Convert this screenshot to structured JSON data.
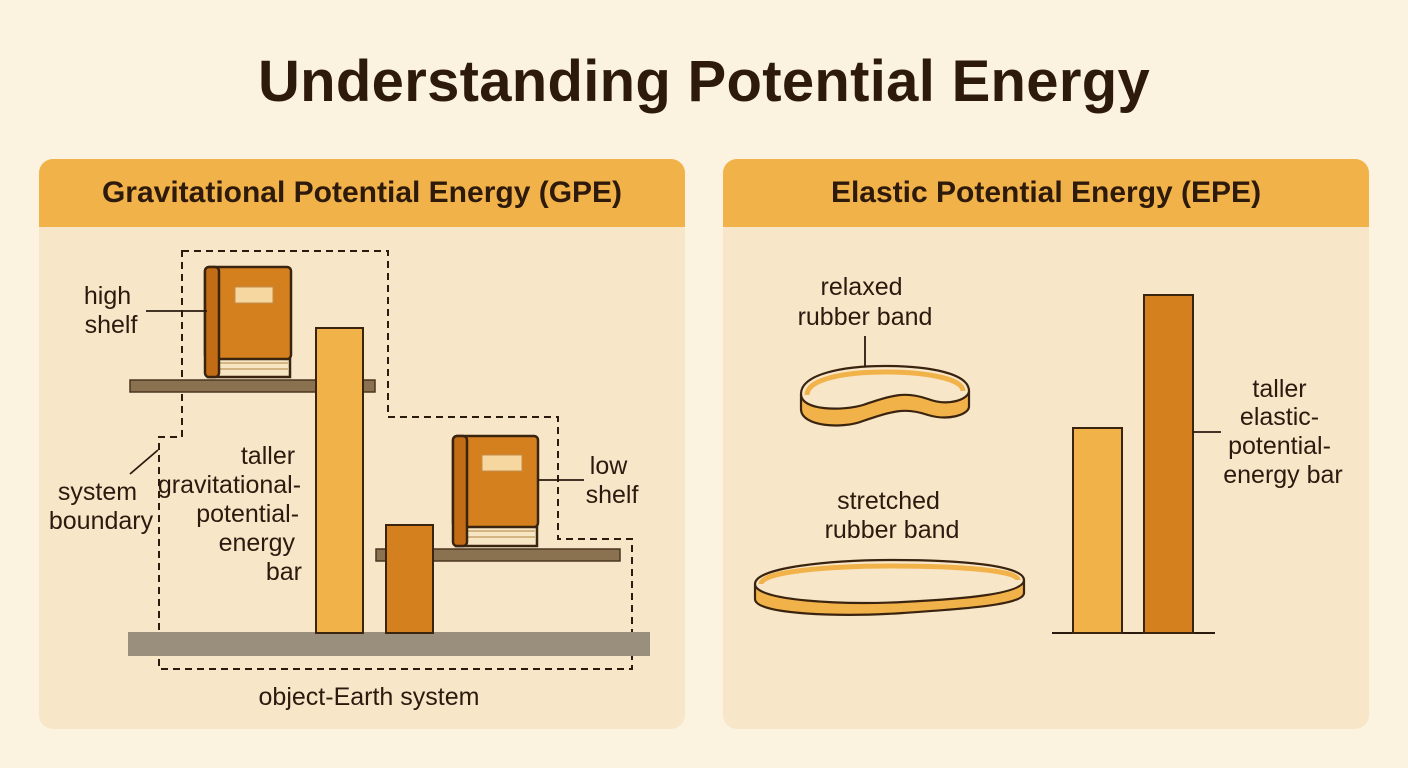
{
  "title": "Understanding Potential Energy",
  "gpe": {
    "heading": "Gravitational Potential Energy (GPE)",
    "labels": {
      "high_shelf": [
        "high",
        "shelf"
      ],
      "low_shelf": [
        "low",
        "shelf"
      ],
      "system_boundary": [
        "system",
        "boundary"
      ],
      "taller_bar": [
        "taller",
        "gravitational-",
        "potential-",
        "energy",
        "bar"
      ],
      "system": "object-Earth system"
    }
  },
  "epe": {
    "heading": "Elastic Potential Energy (EPE)",
    "labels": {
      "relaxed": [
        "relaxed",
        "rubber band"
      ],
      "stretched": [
        "stretched",
        "rubber band"
      ],
      "taller_bar": [
        "taller",
        "elastic-",
        "potential-",
        "energy bar"
      ]
    }
  },
  "colors": {
    "background": "#fbf2df",
    "panel": "#f8e6c8",
    "header": "#f1b24a",
    "light_bar": "#f2b24a",
    "dark_bar": "#d5801f",
    "shelf": "#8a7150",
    "ground": "#9a8e7c"
  }
}
